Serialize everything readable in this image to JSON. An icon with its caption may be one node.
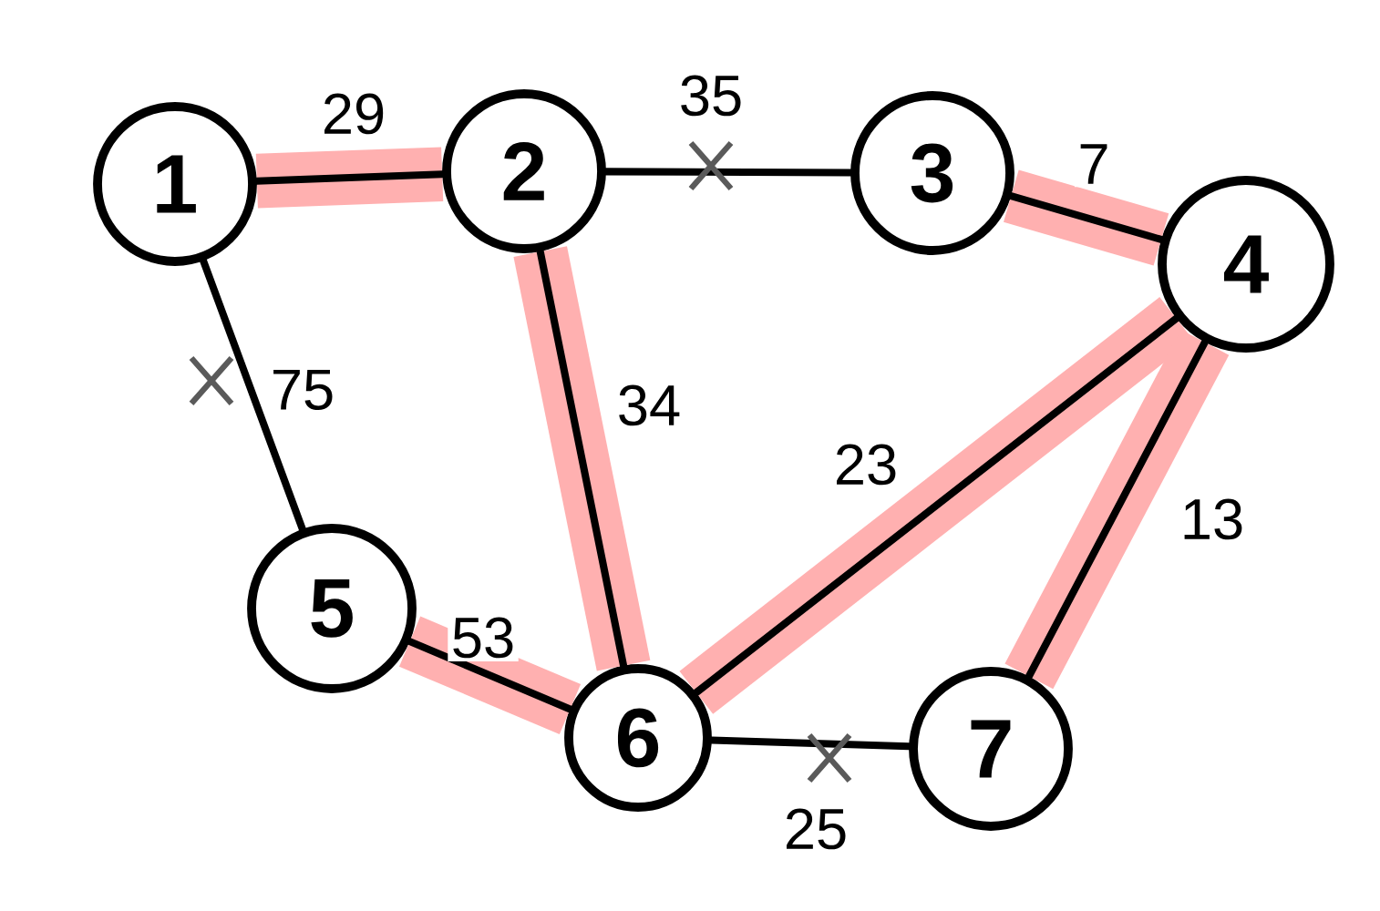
{
  "diagram": {
    "nodes": [
      {
        "text": [
          "1"
        ]
      },
      {
        "text": [
          "2"
        ]
      },
      {
        "text": [
          "3"
        ]
      },
      {
        "text": [
          "4"
        ]
      },
      {
        "text": [
          "5"
        ]
      },
      {
        "text": [
          "6"
        ]
      },
      {
        "text": [
          "7"
        ]
      }
    ],
    "edges": [
      {
        "from": 0,
        "to": 1,
        "arrow": "none",
        "label": "29",
        "color": "#ffb0b0"
      },
      {
        "from": 1,
        "to": 2,
        "arrow": "none",
        "label": "35",
        "color": "#000000"
      },
      {
        "from": 2,
        "to": 3,
        "arrow": "none",
        "label": "7",
        "color": "#ffb0b0"
      },
      {
        "from": 0,
        "to": 4,
        "arrow": "none",
        "label": "75",
        "color": "#000000"
      },
      {
        "from": 1,
        "to": 5,
        "arrow": "none",
        "label": "34",
        "color": "#ffb0b0"
      },
      {
        "from": 3,
        "to": 5,
        "arrow": "none",
        "label": "23",
        "color": "#ffb0b0"
      },
      {
        "from": 3,
        "to": 6,
        "arrow": "none",
        "label": "13",
        "color": "#ffb0b0"
      },
      {
        "from": 4,
        "to": 5,
        "arrow": "none",
        "label": "53",
        "color": "#ffb0b0"
      },
      {
        "from": 5,
        "to": 6,
        "arrow": "none",
        "label": "25",
        "color": "#000000"
      }
    ]
  }
}
